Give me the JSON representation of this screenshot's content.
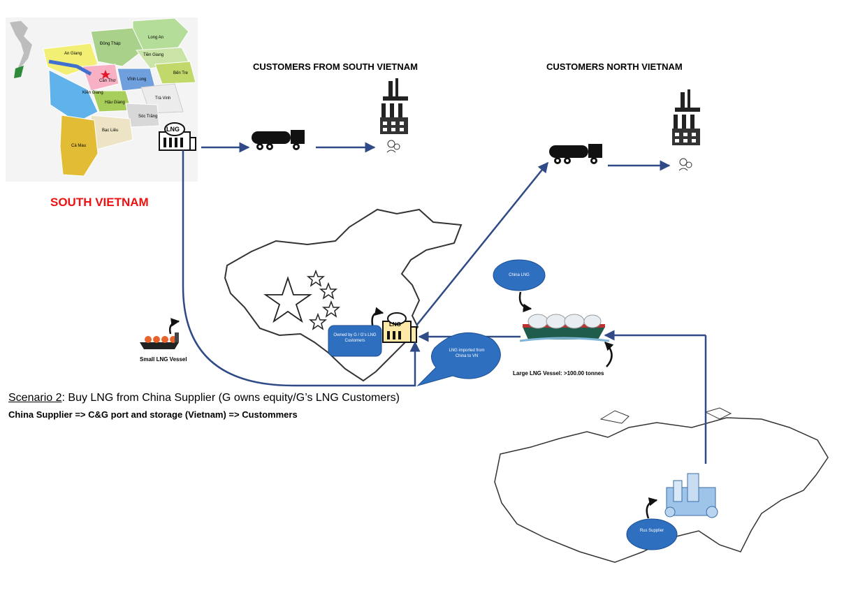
{
  "region": {
    "title": "SOUTH VIETNAM",
    "provinces": [
      "Long An",
      "Đồng Tháp",
      "Tiền Giang",
      "An Giang",
      "Cần Thơ",
      "Vĩnh Long",
      "Bến Tre",
      "Kiên Giang",
      "Trà Vinh",
      "Hậu Giang",
      "Sóc Trăng",
      "Bạc Liêu",
      "Cà Mau"
    ]
  },
  "customers": {
    "south_label": "CUSTOMERS FROM SOUTH VIETNAM",
    "north_label": "CUSTOMERS NORTH VIETNAM"
  },
  "terminals": {
    "vn_sign": "LNG",
    "cn_sign": "LNG"
  },
  "bubbles": {
    "owned": "Owned by G / G's LNG Customers",
    "china_lng": "China LNG",
    "imported": "LNG imported from China to VN",
    "rus": "Rus Supplier"
  },
  "vessels": {
    "small": "Small LNG Vessel",
    "large": "Large LNG Vessel: >100.00 tonnes"
  },
  "scenario": {
    "prefix": "Scenario 2",
    "text": ":  Buy LNG from China Supplier (G owns equity/G’s LNG Customers)",
    "flow": "China Supplier => C&G port and storage (Vietnam) => Custommers"
  },
  "colors": {
    "arrow": "#2f4a86",
    "bubble": "#2e6fbf",
    "title_red": "#ee1111"
  }
}
